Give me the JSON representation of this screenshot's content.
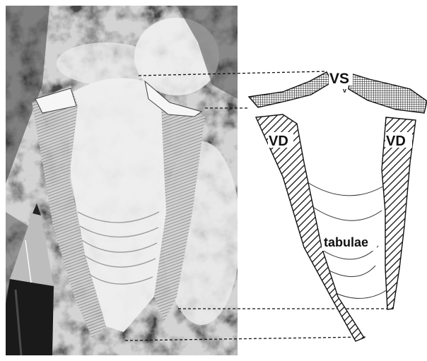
{
  "labels": {
    "vs": "VS",
    "vd_left": "VD",
    "vd_right": "VD",
    "tabulae": "tabulae"
  }
}
